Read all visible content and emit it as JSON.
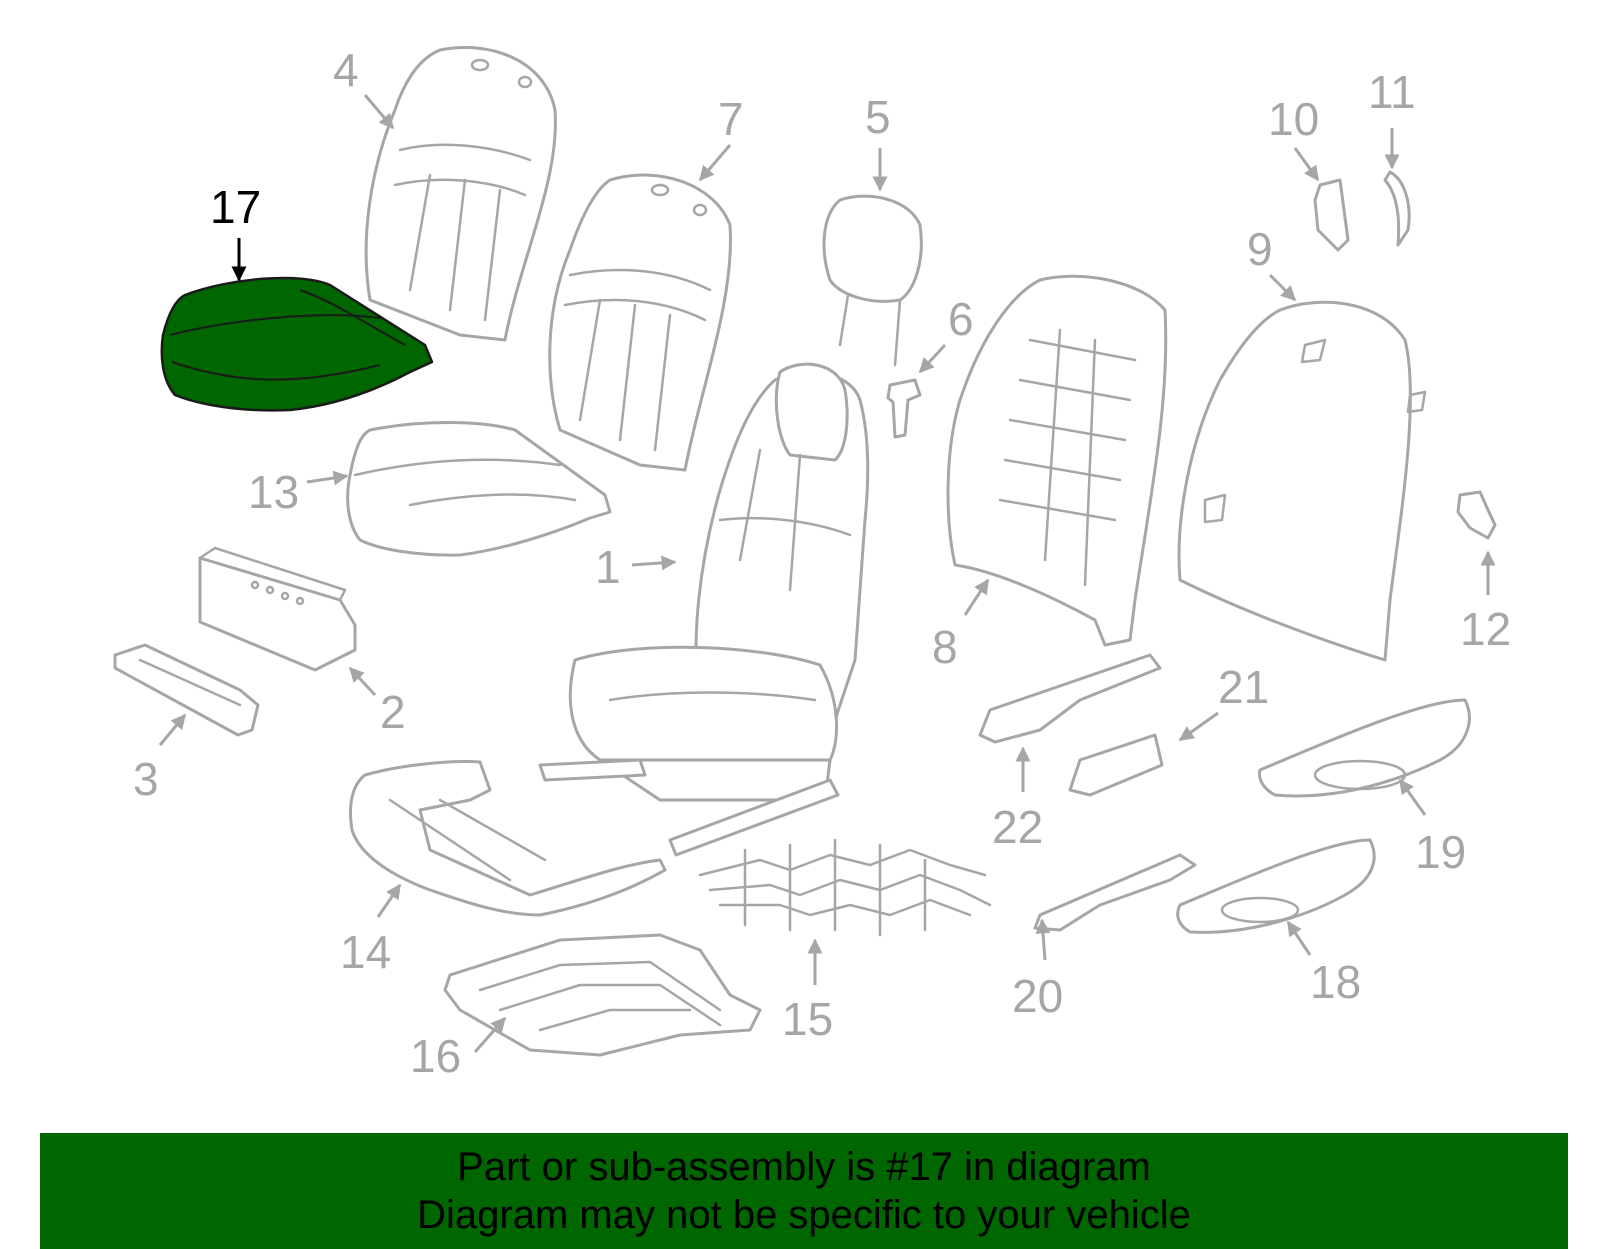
{
  "highlight_color": "#006600",
  "part_color": "#a6a6a6",
  "highlighted_part": "17",
  "callouts": [
    "1",
    "2",
    "3",
    "4",
    "5",
    "6",
    "7",
    "8",
    "9",
    "10",
    "11",
    "12",
    "13",
    "14",
    "15",
    "16",
    "17",
    "18",
    "19",
    "20",
    "21",
    "22"
  ],
  "banner": {
    "line1": "Part or sub-assembly is #17 in diagram",
    "line2": "Diagram may not be specific to your vehicle"
  }
}
